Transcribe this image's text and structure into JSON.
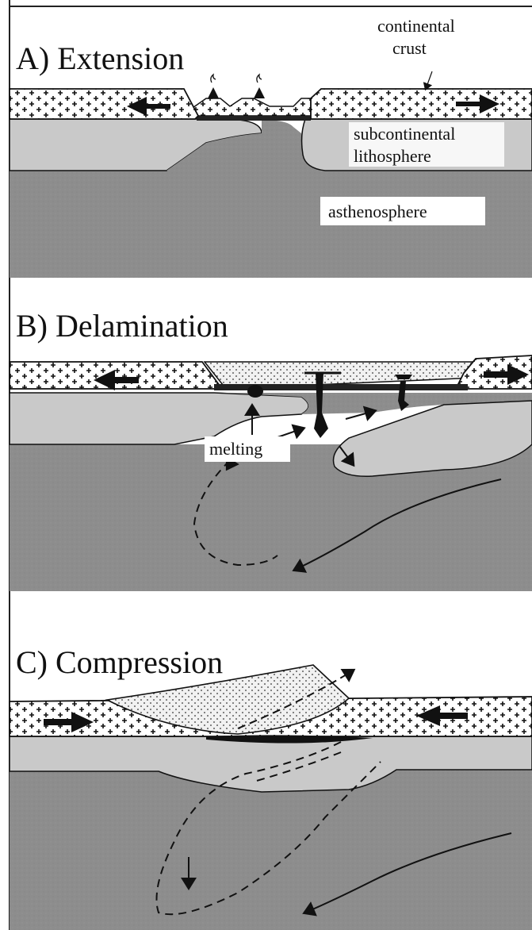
{
  "panels": {
    "a": {
      "title": "A) Extension",
      "labels": {
        "continental_crust_line1": "continental",
        "continental_crust_line2": "crust",
        "subcontinental_line1": "subcontinental",
        "subcontinental_line2": "lithosphere",
        "asthenosphere": "asthenosphere"
      }
    },
    "b": {
      "title": "B) Delamination",
      "labels": {
        "melting": "melting"
      }
    },
    "c": {
      "title": "C) Compression"
    }
  },
  "colors": {
    "asthenosphere": "#8d8d8d",
    "lithosphere": "#c9c9c9",
    "crust": "#ffffff",
    "crust_pattern": "#111111",
    "basin_fill": "#f1f1f1",
    "ink": "#111111"
  }
}
